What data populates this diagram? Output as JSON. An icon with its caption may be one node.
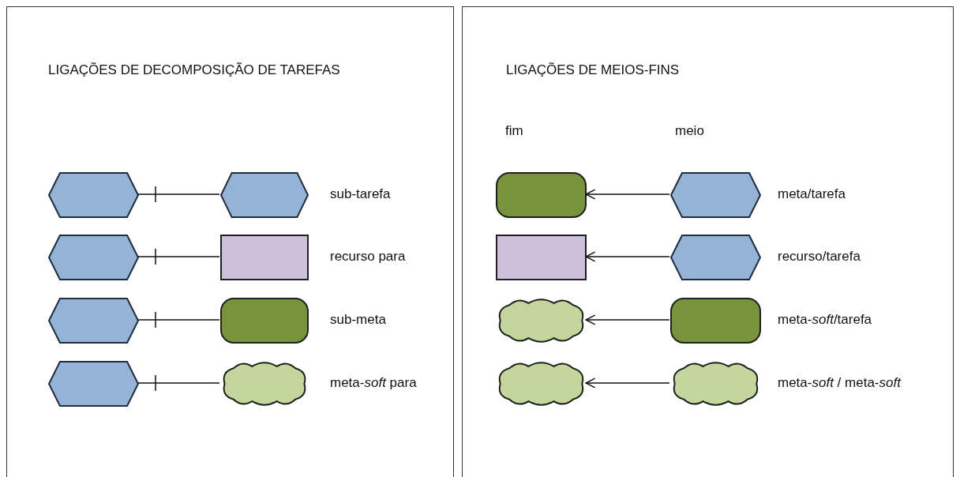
{
  "diagram": {
    "nodes": [
      {
        "text": [
          "LIGAÇÕES DE DECOMPOSIÇÃO DE TAREFAS"
        ]
      },
      {
        "text": [
          "LIGAÇÕES DE MEIOS-FINS"
        ]
      },
      {
        "text": [],
        "shape": "hexagon",
        "in": 0
      },
      {
        "text": [],
        "shape": "hexagon",
        "in": 0
      },
      {
        "text": [],
        "shape": "hexagon",
        "in": 0
      },
      {
        "text": [],
        "shape": "box",
        "in": 0
      },
      {
        "text": [],
        "shape": "hexagon",
        "in": 0
      },
      {
        "text": [],
        "shape": "capsule",
        "in": 0
      },
      {
        "text": [],
        "shape": "hexagon",
        "in": 0
      },
      {
        "text": [],
        "shape": "cloud",
        "in": 0
      },
      {
        "text": [],
        "shape": "capsule",
        "in": 1
      },
      {
        "text": [],
        "shape": "hexagon",
        "in": 1
      },
      {
        "text": [],
        "shape": "box",
        "in": 1
      },
      {
        "text": [],
        "shape": "hexagon",
        "in": 1
      },
      {
        "text": [],
        "shape": "cloud",
        "in": 1
      },
      {
        "text": [],
        "shape": "capsule",
        "in": 1
      },
      {
        "text": [],
        "shape": "cloud",
        "in": 1
      },
      {
        "text": [],
        "shape": "cloud",
        "in": 1
      }
    ],
    "edges": [
      {
        "from": 2,
        "to": 3,
        "arrow": "other"
      },
      {
        "from": 4,
        "to": 5,
        "arrow": "other"
      },
      {
        "from": 6,
        "to": 7,
        "arrow": "other"
      },
      {
        "from": 8,
        "to": 9,
        "arrow": "other"
      },
      {
        "from": 11,
        "to": 10,
        "arrow": "to"
      },
      {
        "from": 13,
        "to": 12,
        "arrow": "to"
      },
      {
        "from": 15,
        "to": 14,
        "arrow": "to"
      },
      {
        "from": 17,
        "to": 16,
        "arrow": "to"
      }
    ],
    "labels": [
      "fim",
      "meio",
      "sub-tarefa",
      "meta/tarefa",
      "recurso para",
      "recurso/tarefa",
      "sub-meta",
      "meta-*soft*/tarefa",
      "meta-*soft* para",
      "meta-*soft* / meta-*soft*"
    ]
  }
}
